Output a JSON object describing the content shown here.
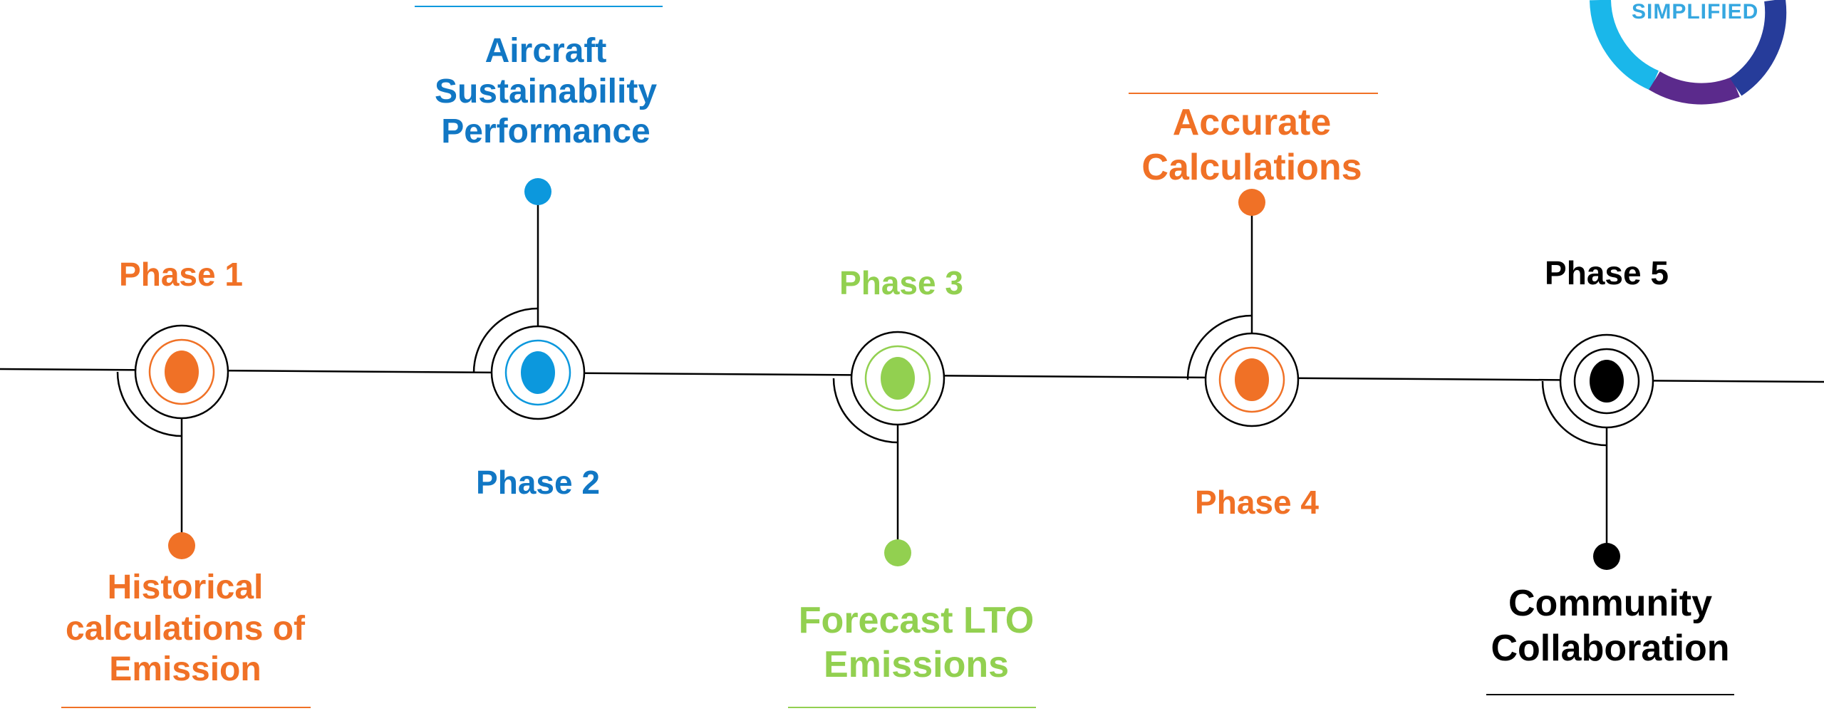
{
  "colors": {
    "orange": "#f07126",
    "blue": "#1177c4",
    "light_blue": "#0c98dd",
    "green": "#92d050",
    "black": "#000000",
    "badge_cyan": "#1ab7ea",
    "badge_purple": "#5b2a8c",
    "badge_navy": "#263c9a"
  },
  "badge": {
    "text": "SIMPLIFIED"
  },
  "phases": [
    {
      "label": "Phase 1",
      "description": "Historical calculations of Emission",
      "color": "orange"
    },
    {
      "label": "Phase 2",
      "description": "Aircraft Sustainability Performance",
      "color": "blue"
    },
    {
      "label": "Phase 3",
      "description": "Forecast LTO Emissions",
      "color": "green"
    },
    {
      "label": "Phase 4",
      "description": "Accurate Calculations",
      "color": "orange"
    },
    {
      "label": "Phase 5",
      "description": "Community Collaboration",
      "color": "black"
    }
  ]
}
